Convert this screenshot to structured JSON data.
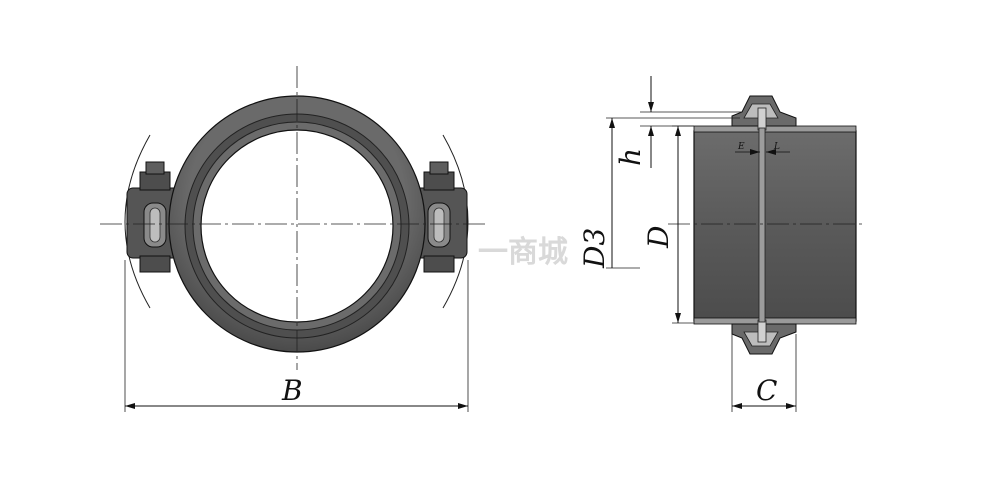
{
  "labels": {
    "b": "B",
    "c": "C",
    "d": "D",
    "d3": "D3",
    "h": "h",
    "e": "E",
    "l": "L"
  },
  "watermark": "一商城",
  "colors": {
    "body": "#5b5b5b",
    "body_dark": "#3f3f3f",
    "body_light": "#7a7a7a",
    "pipe": "#606060",
    "line": "#111111"
  }
}
